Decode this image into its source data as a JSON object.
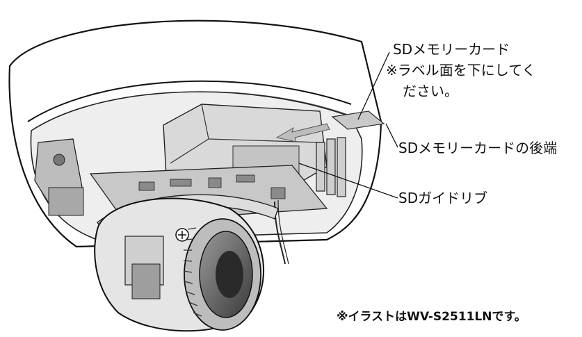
{
  "labels": {
    "sd_card": "SDメモリーカード",
    "label_note_line1": "※ラベル面を下にしてく",
    "label_note_line2": "ださい。",
    "card_rear_end": "SDメモリーカードの後端",
    "sd_guide_rib": "SDガイドリブ",
    "illustration_note": "※イラストはWV-S2511LNです。"
  }
}
